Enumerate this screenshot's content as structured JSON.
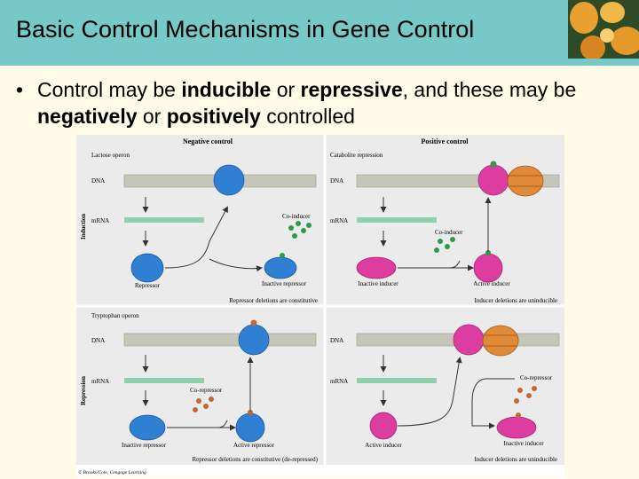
{
  "slide": {
    "title": "Basic Control Mechanisms in Gene Control",
    "bullet": {
      "marker": "•",
      "pre": "Control may be ",
      "b1": "inducible",
      "mid1": " or ",
      "b2": "repressive",
      "mid2": ", and these may be ",
      "b3": "negatively",
      "mid3": " or ",
      "b4": "positively",
      "post": " controlled"
    }
  },
  "figure": {
    "col_headers": [
      "Negative control",
      "Positive control"
    ],
    "row_labels": [
      "Induction",
      "Repression"
    ],
    "panels": {
      "nc_ind": {
        "title": "Lactose operon",
        "dna": "DNA",
        "mrna": "mRNA",
        "effector": "Co-inducer",
        "left_label": "Repressor",
        "right_label": "Inactive repressor",
        "footer": "Repressor deletions are constitutive"
      },
      "pc_ind": {
        "title": "Catabolite repression",
        "dna": "DNA",
        "mrna": "mRNA",
        "effector": "Co-inducer",
        "left_label": "Inactive inducer",
        "right_label": "Active inducer",
        "footer": "Inducer deletions are uninducible"
      },
      "nc_rep": {
        "title": "Tryptophan operon",
        "dna": "DNA",
        "mrna": "mRNA",
        "effector": "Co-repressor",
        "left_label": "Inactive repressor",
        "right_label": "Active repressor",
        "footer": "Repressor deletions are constitutive (de-repressed)"
      },
      "pc_rep": {
        "title": "",
        "dna": "DNA",
        "mrna": "mRNA",
        "effector": "Co-repressor",
        "left_label": "Active inducer",
        "right_label": "Inactive inducer",
        "footer": "Inducer deletions are uninducible"
      }
    },
    "credit": "© Brooks/Cole, Cengage Learning",
    "colors": {
      "repressor": "#2f7fd2",
      "inducer": "#dd3ca0",
      "effector": "#c5682f",
      "polymerase": "#e08a3a",
      "mrna": "#8fd0ac",
      "dna": "#c6c6b8"
    }
  }
}
